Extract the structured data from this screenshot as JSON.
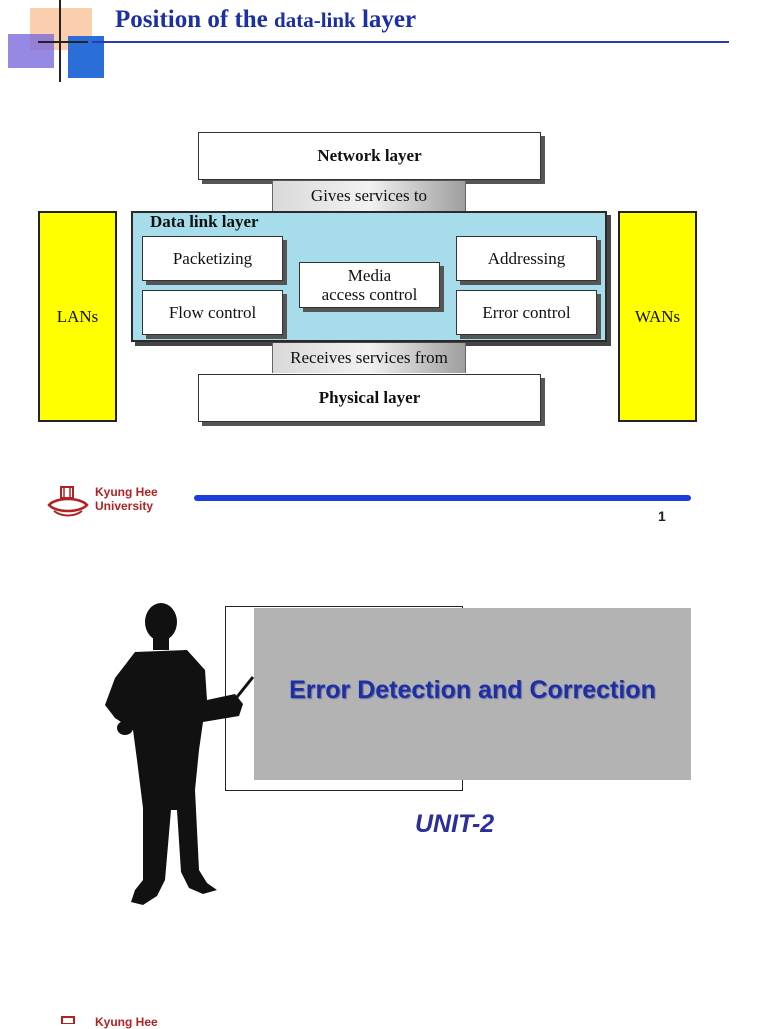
{
  "slide1": {
    "title_prefix": "Position of the ",
    "title_middle": "data-link",
    "title_suffix": " layer",
    "diagram": {
      "network_layer": "Network layer",
      "gives_services": "Gives services to",
      "data_link_layer": "Data link layer",
      "packetizing": "Packetizing",
      "flow_control": "Flow control",
      "media_access_line1": "Media",
      "media_access_line2": "access control",
      "addressing": "Addressing",
      "error_control": "Error control",
      "receives_services": "Receives services from",
      "physical_layer": "Physical layer",
      "lans": "LANs",
      "wans": "WANs"
    },
    "footer": {
      "university_line1": "Kyung Hee",
      "university_line2": "University",
      "page_number": "1"
    }
  },
  "slide2": {
    "title": "Error Detection and Correction",
    "unit": "UNIT-2",
    "footer": {
      "university_line1": "Kyung Hee"
    }
  },
  "colors": {
    "title_blue": "#1c2fa3",
    "panel_blue": "#a7dcea",
    "side_yellow": "#ffff00",
    "footer_rule": "#1a3fd9",
    "logo_red": "#b22222",
    "banner_gray": "#b3b3b3"
  }
}
